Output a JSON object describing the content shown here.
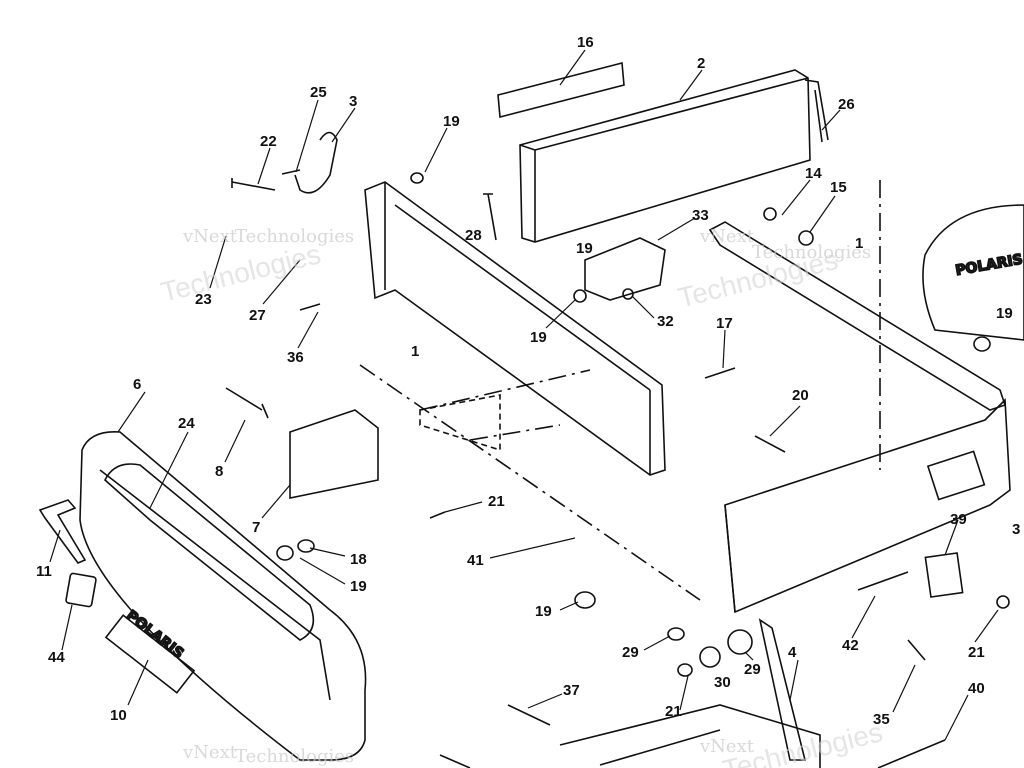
{
  "callouts": {
    "c16": "16",
    "c2": "2",
    "c26": "26",
    "c25": "25",
    "c3": "3",
    "c19a": "19",
    "c22": "22",
    "c28": "28",
    "c33": "33",
    "c19b": "19",
    "c14": "14",
    "c15": "15",
    "c23": "23",
    "c27": "27",
    "c36": "36",
    "c19c": "19",
    "c32": "32",
    "c17": "17",
    "c1a": "1",
    "c1b": "1",
    "c19d": "19",
    "c6": "6",
    "c24": "24",
    "c8": "8",
    "c20": "20",
    "c7": "7",
    "c11": "11",
    "c21a": "21",
    "c39": "39",
    "c18": "18",
    "c19e": "19",
    "c41": "41",
    "c19f": "19",
    "c42": "42",
    "c44": "44",
    "c29a": "29",
    "c29b": "29",
    "c21b": "21",
    "c4": "4",
    "c30": "30",
    "c21c": "21",
    "c10": "10",
    "c37": "37",
    "c35": "35",
    "c40": "40",
    "c3b": "3"
  },
  "brand_plate_front": "POLARIS",
  "brand_plate_hood": "POLARIS",
  "watermark": {
    "line1": "vNext",
    "line2": "Technologies",
    "line3": "Technologies"
  }
}
